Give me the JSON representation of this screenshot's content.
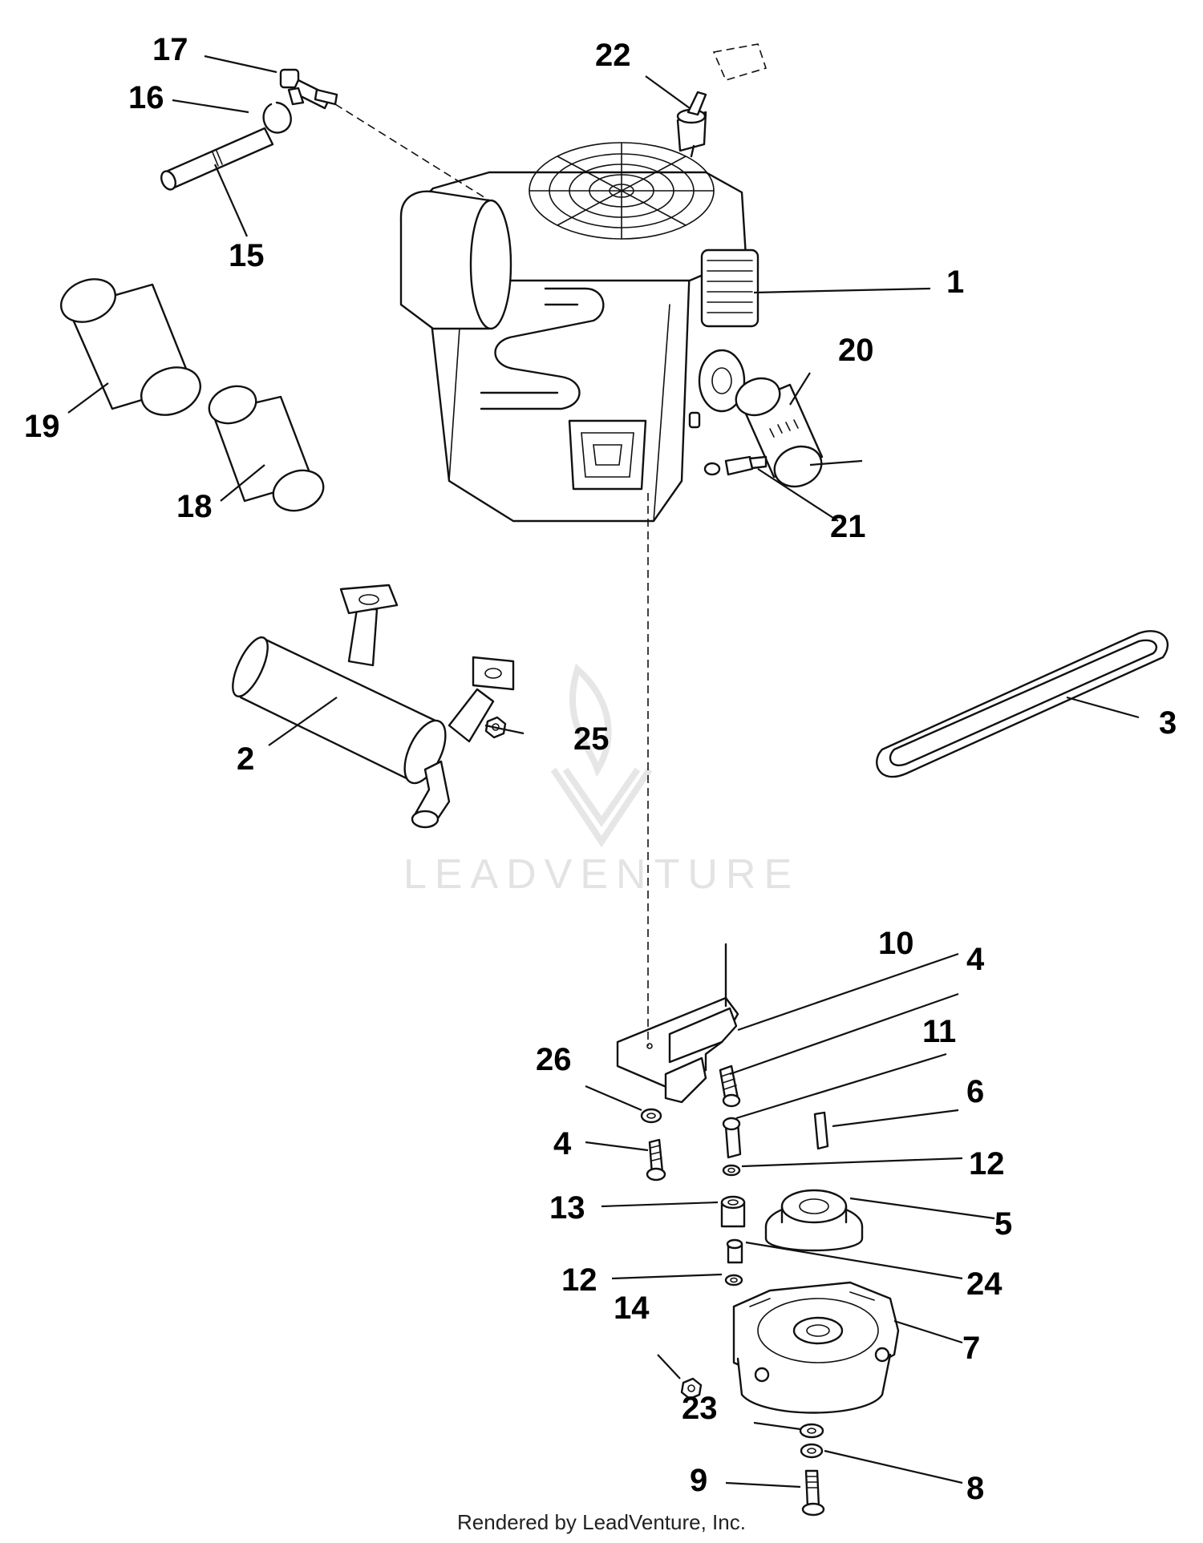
{
  "watermark": {
    "brand": "LEADVENTURE"
  },
  "footer": {
    "credit": "Rendered by LeadVenture, Inc."
  },
  "callouts": {
    "c1": "1",
    "c2": "2",
    "c3": "3",
    "c4a": "4",
    "c4b": "4",
    "c5": "5",
    "c6": "6",
    "c7": "7",
    "c8": "8",
    "c9": "9",
    "c10": "10",
    "c11": "11",
    "c12a": "12",
    "c12b": "12",
    "c13": "13",
    "c14": "14",
    "c15": "15",
    "c16": "16",
    "c17": "17",
    "c18": "18",
    "c19": "19",
    "c20": "20",
    "c21": "21",
    "c22": "22",
    "c23": "23",
    "c24": "24",
    "c25": "25",
    "c26": "26"
  }
}
